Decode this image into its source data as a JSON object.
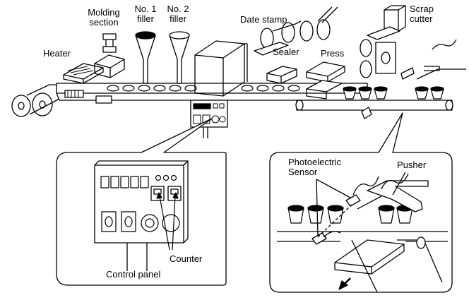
{
  "labels": {
    "heater": "Heater",
    "molding_section": [
      "Molding",
      "section"
    ],
    "no1_filler": [
      "No. 1",
      "filler"
    ],
    "no2_filler": [
      "No. 2",
      "filler"
    ],
    "date_stamp": "Date stamp",
    "scrap_cutter": [
      "Scrap",
      "cutter"
    ],
    "sealer": "Sealer",
    "press": "Press",
    "photoelectric_sensor": [
      "Photoelectric",
      "Sensor"
    ],
    "pusher": "Pusher",
    "counter": "Counter",
    "control_panel": "Control panel"
  },
  "colors": {
    "line": "#000000",
    "fill": "#ffffff",
    "dark": "#000000"
  }
}
